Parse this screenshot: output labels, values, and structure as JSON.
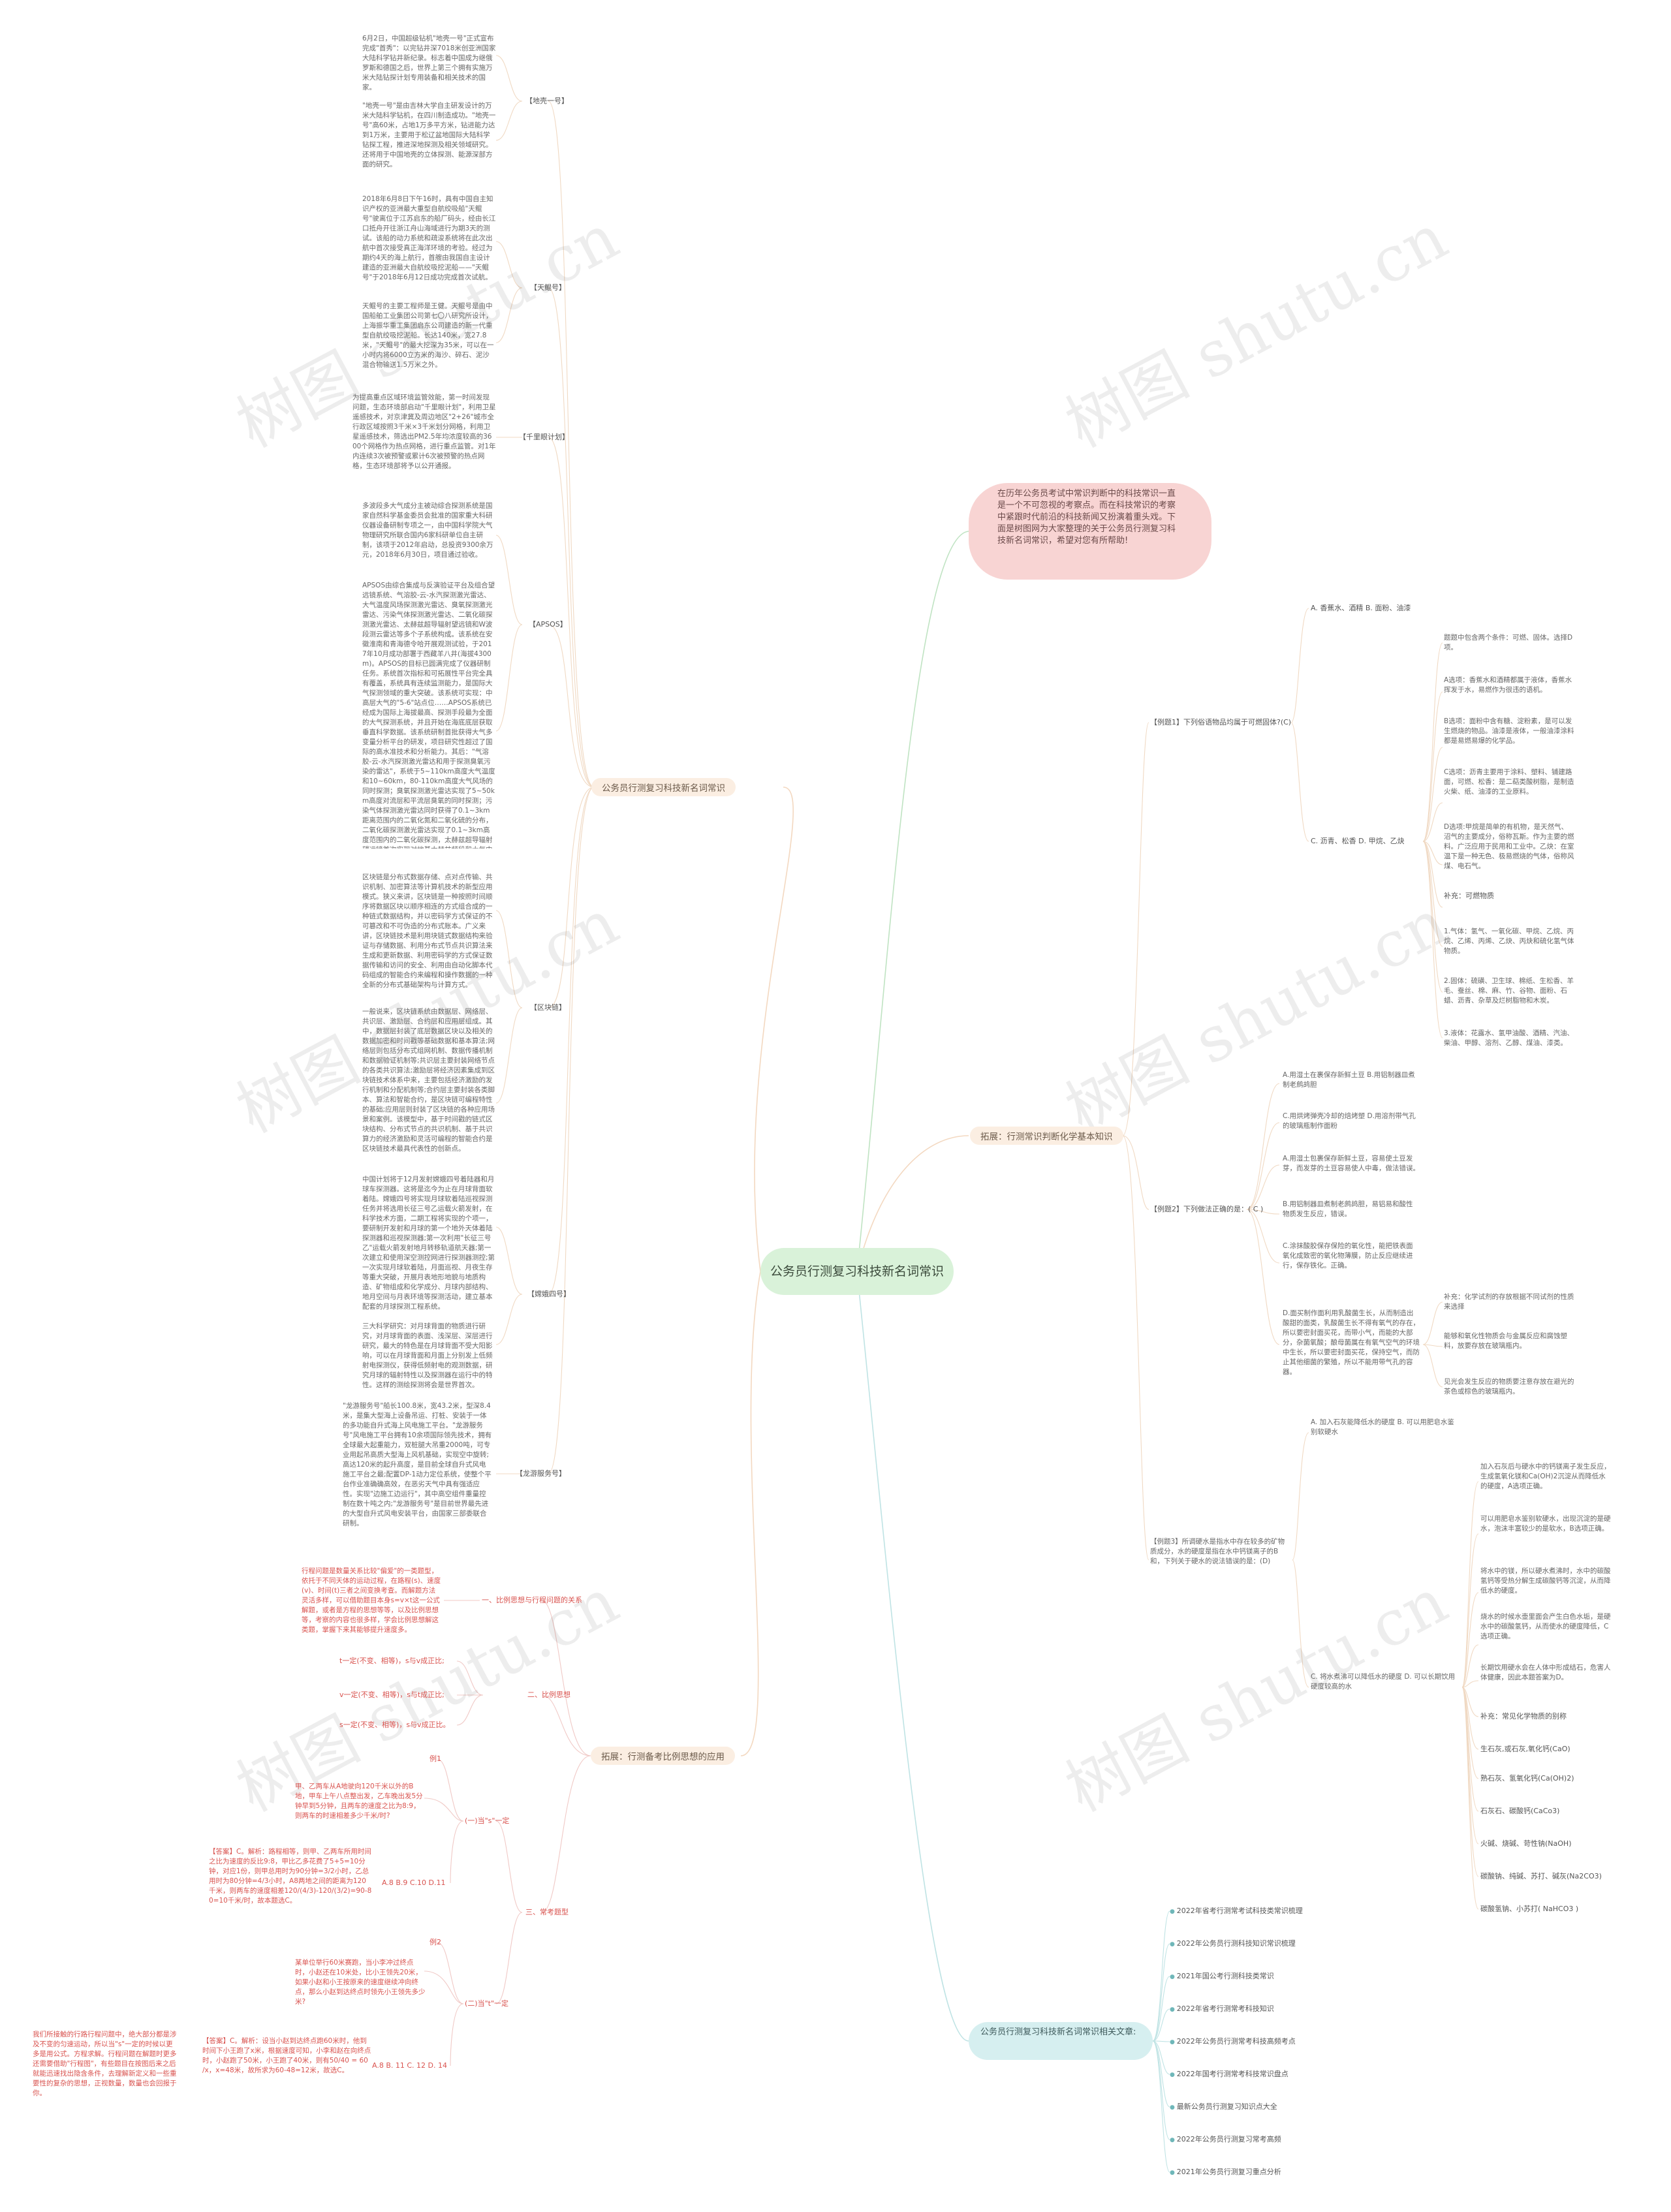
{
  "root": "公务员行测复习科技新名词常识",
  "intro": "在历年公务员考试中常识判断中的科技常识一直是一个不可忽视的考察点。而在科技常识的考察中紧跟时代前沿的科技新闻又扮演着重头戏。下面是树图网为大家整理的关于公务员行测复习科技新名词常识，希望对您有所帮助!",
  "left": {
    "branch1": {
      "label": "公务员行测复习科技新名词常识",
      "tianhe": {
        "label": "【地壳一号】",
        "t1": "6月2日，中国超级钻机\"地壳一号\"正式宣布完成\"首秀\"：以完钻井深7018米创亚洲国家大陆科学钻井新纪录。标志着中国成为继俄罗斯和德国之后，世界上第三个拥有实施万米大陆钻探计划专用装备和相关技术的国家。",
        "t2": "\"地壳一号\"是由吉林大学自主研发设计的万米大陆科学钻机，在四川制造成功。\"地壳一号\"高60米，占地1万多平方米，钻进能力达到1万米，主要用于松辽盆地国际大陆科学钻探工程，推进深地探测及相关领域研究。还将用于中国地壳的立体探测、能源深部方面的研究。"
      },
      "tiankun": {
        "label": "【天鲲号】",
        "t1": "2018年6月8日下午16时，具有中国自主知识产权的亚洲最大重型自航绞吸船\"天鲲号\"驶离位于江苏启东的船厂码头，经由长江口抵舟开往浙江舟山海域进行为期3天的测试。该船的动力系统和疏浚系统将在此次出航中首次接受真正海洋环境的考验。经过为期约4天的海上航行，首艘由我国自主设计建造的亚洲最大自航绞吸挖泥船——\"天鲲号\"于2018年6月12日成功完成首次试航。",
        "t2": "天鲲号的主要工程师是王健。天鲲号是由中国船舶工业集团公司第七〇八研究所设计，上海振华重工集团启东公司建造的新一代重型自航绞吸挖泥船。长达140米，宽27.8米，\"天鲲号\"的最大挖深为35米，可以在一小时内将6000立方米的海沙、碎石、泥沙混合物输送1.5万米之外。"
      },
      "qianli": {
        "label": "【千里眼计划】",
        "t1": "为提高重点区域环境监管效能，第一时间发现问题，生态环境部启动\"千里眼计划\"，利用卫星遥感技术，对京津冀及周边地区\"2+26\"城市全行政区域按照3千米×3千米划分网格，利用卫星遥感技术，筛选出PM2.5年均浓度较高的3600个网格作为热点网格，进行重点监管。对1年内连续3次被预警或累计6次被预警的热点网格，生态环境部将予以公开通报。"
      },
      "apsos": {
        "label": "【APSOS】",
        "t1": "多波段多大气成分主被动综合探测系统是国家自然科学基金委员会批准的国家重大科研仪器设备研制专项之一，由中国科学院大气物理研究所联合国内6家科研单位自主研制，该项于2012年启动，总投资9300余万元，2018年6月30日，项目通过验收。",
        "t2": "APSOS由综合集成与反演验证平台及组合望远镜系统、气溶胶-云-水汽探测激光雷达、大气温度风场探测激光雷达、臭氧探测激光雷达、污染气体探测激光雷达、二氧化碳探测激光雷达、太赫兹超导辐射望远镜和W波段测云雷达等多个子系统构成。该系统在安徽淮南和青海德令哈开展观测试验，于2017年10月成功部署于西藏羊八井(海拔4300m)。APSOS的目标已圆满完成了仪器研制任务。系统首次指标和可拓展性平台完全具有覆盖，系统具有连续监测能力，是国际大气探测领域的重大突破。该系统可实现：中高层大气的\"5-6\"站点位……APSOS系统已经成为国际上海拔最高、探测手段最为全面的大气探测系统，并且开始在海底底层获取垂直科学数据。该系统研制首批获得大气多变量分析平台的研发，项目研究性超过了国际的高水准技术和分析能力。其后：\"气溶胶-云-水汽探测激光雷达和用于探测臭氧污染的雷达\"，系统于5~110km高度大气温度和10~60km，80-110km高度大气风场的同时探测；臭氧探测激光雷达实现了5~50km高度对流层和平流层臭氧的同时探测；污染气体探测激光雷达同时获得了0.1~3km距离范围内的二氧化氮和二氧化硫的分布，二氧化碳探测激光雷达实现了0.1~3km高度范围内的二氧化碳探测，太赫兹超导辐射望远镜首次实现对地基太赫兹频段和大气中的多种成分探测，其中可以获得这些成分在中低层大气中的垂直分布，可以实现对大气中更多种类痕量气体的综合探测。"
      },
      "blockchain": {
        "label": "【区块链】",
        "t1": "区块链是分布式数据存储、点对点传输、共识机制、加密算法等计算机技术的新型应用模式。狭义来讲，区块链是一种按照时间顺序将数据区块以顺序相连的方式组合成的一种链式数据结构，并以密码学方式保证的不可篡改和不可伪造的分布式账本。广义来讲，区块链技术是利用块链式数据结构来验证与存储数据、利用分布式节点共识算法来生成和更新数据、利用密码学的方式保证数据传输和访问的安全、利用由自动化脚本代码组成的智能合约来编程和操作数据的一种全新的分布式基础架构与计算方式。",
        "t2": "一般说来，区块链系统由数据层、网络层、共识层、激励层、合约层和应用层组成。其中，数据层封装了底层数据区块以及相关的数据加密和时间戳等基础数据和基本算法;网络层则包括分布式组网机制、数据传播机制和数据验证机制等;共识层主要封装网络节点的各类共识算法;激励层将经济因素集成到区块链技术体系中来，主要包括经济激励的发行机制和分配机制等;合约层主要封装各类脚本、算法和智能合约，是区块链可编程特性的基础;应用层则封装了区块链的各种应用场景和案例。该模型中，基于时间戳的链式区块结构、分布式节点的共识机制、基于共识算力的经济激励和灵活可编程的智能合约是区块链技术最具代表性的创新点。"
      },
      "chang4": {
        "label": "【嫦娥四号】",
        "t1": "中国计划将于12月发射嫦娥四号着陆器和月球车探测器。这将是迄今为止在月球背面软着陆。嫦娥四号将实现月球软着陆巡视探测任务并将选用长征三号乙运载火箭发射，在科学技术方面，二期工程将实现的个项一，要研制开发射和月球的第一个地外天体着陆探测器和巡视探测器;第一次利用\"长征三号乙\"运载火箭发射地月转移轨道航天器;第一次建立和使用深空测控网进行探测器测控;第一次实现月球软着陆，月面巡视、月夜生存等重大突破，开展月表地形地貌与地质构造、矿物组成和化学成分、月球内部结构、地月空间与月表环境等探测活动，建立基本配套的月球探测工程系统。",
        "t2": "三大科学研究：对月球背面的物质进行研究，对月球背面的表面、浅深层、深层进行研究，最大的特色是在月球背面不受大阳影响，可以在月球背面和月面上分别发上低频射电探测仪，获得低频射电的观测数据，研究月球的辐射特性以及探测器在运行中的特性。这样的测绘探测将会是世界首次。"
      },
      "longjiang": {
        "label": "【龙游服务号】",
        "t1": "\"龙游服务号\"船长100.8米，宽43.2米，型深8.4米，是集大型海上设备吊运、打桩、安装于一体的多功能自升式海上风电施工平台。\"龙游服务号\"风电施工平台拥有10余项国际领先技术，拥有全球最大起重能力，双桩腿大吊重2000吨，可专业用起吊高质大型海上风机基础，实现空中旋转;高达120米的起升高度，是目前全球自升式风电施工平台之最;配置DP-1动力定位系统，使整个平台作业准确确高效，在恶劣天气中具有强适应性。实现\"边施工边运行\"，其中高空组件重量控制在数十吨之内;\"龙游服务号\"是目前世界最先进的大型自升式风电安装平台，由国家三部委联合研制。"
      }
    },
    "branch2": {
      "label": "拓展：行测备考比例思想的应用",
      "intro_red": "行程问题是数量关系比较\"偏爱\"的一类题型，依托于不同天体的运动过程，在路程(s)、速度(v)、时间(t)三者之间变换考查。而解题方法灵活多样，可以借助题目本身s=v×t这一公式解题，或者是方程的思想等等，以及比例思想等，考察的内容也很多样，学会比例思想解这类题，掌握下来其能够提升速度多。",
      "sec1": "一、比例思想与行程问题的关系",
      "sec2": "二、比例思想",
      "r1": "t一定(不变、相等)，s与v成正比;",
      "r2": "v一定(不变、相等)，s与t成正比;",
      "r3": "s一定(不变、相等)，s与v成正比。",
      "sec3": "三、常考题型",
      "ex1": "例1",
      "ex1q_red": "甲、乙两车从A地驶向120千米以外的B地，甲车上午八点整出发，乙车晚出发5分钟早到5分钟，且两车的速度之比为8:9，则两车的时速相差多少千米/时?",
      "ex1k": "(一)当\"s\"一定",
      "ex1a_red": "【答案】C。解析：路程相等，则甲、乙两车所用时间之比为速度的反比9:8，甲比乙多花费了5+5=10分钟，对应1份，则甲总用时为90分钟=3/2小时，乙总用时为80分钟=4/3小时，A8两地之间的距离为120千米，则两车的速度相差120/(4/3)-120/(3/2)=90-80=10千米/时，故本题选C。",
      "ex1opt": "A.8 B.9 C.10 D.11",
      "ex2": "例2",
      "ex2q_red": "某单位举行60米赛跑，当小李冲过终点时，小赵还在10米处，比小王领先20米，如果小赵和小王按原来的速度继续冲向终点，那么小赵到达终点时领先小王领先多少米?",
      "ex2k": "(二)当\"t\"一定",
      "ex2side_red": "我们所接触的行路行程问题中，绝大部分都是涉及不变的匀速运动，所以当\"s\"一定的时候以更多是用公式。方程求解。行程问题在解题时更多还需要借助\"行程图\"，有些题目在按图后来之后就能迅速找出隐含条件，去理解新定义和一些重要性的复杂的思想，正视数量，数量也会回报于你。",
      "ex2a_red": "【答案】C。解析：设当小赵到达终点跑60米时，他到时间下小王跑了x米，根据速度可知，小李和赵在向终点时，小赵跑了50米，小王跑了40米，则有50/40 = 60 /x，x=48米，故所求为60-48=12米，故选C。",
      "ex2opt": "A.8 B. 11 C. 12 D. 14"
    }
  },
  "right": {
    "branch3": {
      "label": "拓展：行测常识判断化学基本知识",
      "ex1": {
        "label": "【例题1】下列俗语物品均属于可燃固体?(C)",
        "optA": "A. 香蕉水、酒精 B. 面粉、油漆",
        "optC": "C. 沥青、松香 D. 甲烷、乙炔",
        "n1": "题题中包含两个条件：可燃、固体。选择D项。",
        "n2": "A选项：香蕉水和酒精都属于液体，香蕉水挥发于水，易燃作为很违的语机。",
        "n3": "B选项：面粉中含有糖、淀粉素，是可以发生燃烧的物品。油漆是液体，一般油漆涂料都是易燃易爆的化学品。",
        "n4": "C选项：沥青主要用于涂料、塑料、铺建路面，可燃、松香：是二萜类酸树脂，是制造火柴、纸、油漆的工业原料。",
        "n5": "D选项:甲烷是简单的有机物，是天然气、沼气的主要成分，俗称瓦斯。作为主要的燃料。广泛应用于民用和工业中。乙炔：在室温下是一种无色、极易燃烧的气体，俗称风煤、电石气。",
        "n6": "补充：可燃物质",
        "n7": "1.气体：氢气、一氧化碳、甲烷、乙烷、丙烷、乙烯、丙烯、乙炔、丙炔和硫化氢气体物质。",
        "n8": "2.固体：硫磺、卫生球、棉纸、生松香、羊毛、蚕丝、棉、麻、竹、谷物、面粉、石蜡、沥青、杂草及烂树脂物和木炭。",
        "n9": "3.液体：花露水、氢甲油酸、酒精、汽油、柴油、甲醇、溶剂、乙醇、煤油、漆类。"
      },
      "ex2": {
        "label": "【例题2】下列做法正确的是：( C )",
        "o1": "A.用湿土在裹保存新鲜土豆 B.用铝制器皿煮制老鹧鸪胆",
        "o2": "C.用烘烤弹壳冷却的焙烤塑 D.用溶剂带气孔的玻璃瓶制作面粉",
        "o3": "A.用湿土包裹保存新鲜土豆，容易使土豆发芽，而发芽的土豆容易使人中毒，做法错误。",
        "o4": "B.用铝制器皿煮制老鹧鸪胆，易铝易和酸性物质发生反应，错误。",
        "o5": "C.涂抹酸胶保存保险的氧化性，能把铁表面氧化成致密的氧化物薄膜，防止反应继续进行，保存铁化。正确。",
        "o6": "D.面买制作面利用乳酸菌生长，从而制造出酸甜的面类，乳酸菌生长不得有氧气的存在，所以要密封面买花，而带小气，而能的大部分，杂菌氧酸；酿母菌属在有氧气空气的环境中生长，所以要密封面买花，保持空气，而防止其他细菌的繁殖，所以不能用带气孔的容器。",
        "s1": "补充：化学试剂的存放根据不同试剂的性质来选择",
        "s2": "能够和氧化性物质会与金属反应和腐蚀塑料，放要存放在玻璃瓶内。",
        "s3": "见光会发生反应的物质要注意存放在避光的茶色或棕色的玻璃瓶内。"
      },
      "ex3": {
        "label": "【例题3】所调硬水是指水中存在较多的矿物质成分，水的硬度是指在水中钙镁离子的B和，下列关于硬水的说法错误的是：(D)",
        "optA": "A. 加入石灰能降低水的硬度 B. 可以用肥皂水鉴别软硬水",
        "optC": "C. 将水煮沸可以降低水的硬度 D. 可以长期饮用硬度较高的水",
        "n1": "加入石灰后与硬水中的钙镁离子发生反应，生成氢氧化镁和Ca(OH)2沉淀从而降低水的硬度，A选项正确。",
        "n2": "可以用肥皂水鉴别软硬水，出现沉淀的是硬水，泡沫丰富较少的是软水，B选项正确。",
        "n3": "将水中的镁，所以硬水煮沸时，水中的碳酸氢钙等受热分解生成碳酸钙等沉淀，从而降低水的硬度。",
        "n4": "烧水的时候水壶里面会产生白色水垢，是硬水中的碳酸氢钙，从而使水的硬度降低，C选项正确。",
        "n5": "长期饮用硬水会在人体中形成结石，危害人体健康，因此本题答案为D。",
        "n6": "补充：常见化学物质的别称",
        "n7": "生石灰,或石灰,氧化钙(CaO)",
        "n8": "熟石灰、氢氧化钙(Ca(OH)2)",
        "n9": "石灰石、碳酸钙(CaCo3)",
        "n10": "火碱、烧碱、苛性钠(NaOH)",
        "n11": "碳酸钠、纯碱、苏打、碱灰(Na2CO3)",
        "n12": "碳酸氢钠、小苏打( NaHCO3 )"
      }
    },
    "related": {
      "label": "公务员行测复习科技新名词常识相关文章:",
      "items": [
        "2022年省考行测常考试科技类常识梳理",
        "2022年公务员行测科技知识常识梳理",
        "2021年国公考行测科技类常识",
        "2022年省考行测常考科技知识",
        "2022年公务员行测常考科技高频考点",
        "2022年国考行测常考科技常识盘点",
        "最新公务员行测复习知识点大全",
        "2022年公务员行测复习常考高频",
        "2021年公务员行测复习重点分析"
      ]
    }
  },
  "watermark": "树图 shutu.cn"
}
